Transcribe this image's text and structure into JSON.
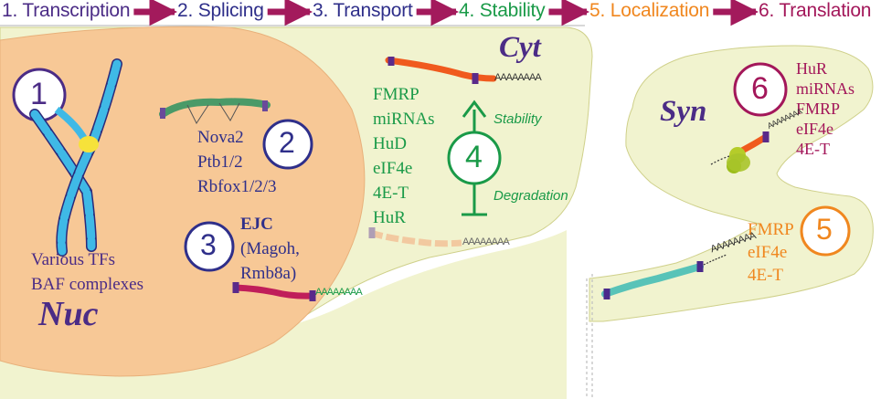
{
  "colors": {
    "purple": "#4b2c86",
    "navy": "#2f2f8a",
    "green": "#1a9a48",
    "orange": "#f0871f",
    "magenta": "#a3175a",
    "cream": "#f1f3cf",
    "nucleus": "#f7c896",
    "arrow": "#a31a5c"
  },
  "steps": [
    {
      "label": "1. Transcription"
    },
    {
      "label": "2. Splicing"
    },
    {
      "label": "3. Transport"
    },
    {
      "label": "4. Stability"
    },
    {
      "label": "5. Localization"
    },
    {
      "label": "6. Translation"
    }
  ],
  "regions": {
    "nucleus": "Nuc",
    "cytoplasm": "Cyt",
    "synapse": "Syn"
  },
  "step1": {
    "number": "1",
    "factors": [
      "Various TFs",
      "BAF complexes"
    ]
  },
  "step2": {
    "number": "2",
    "factors": [
      "Nova2",
      "Ptb1/2",
      "Rbfox1/2/3"
    ]
  },
  "step3": {
    "number": "3",
    "factors": [
      "EJC",
      "(Magoh,",
      "Rmb8a)"
    ]
  },
  "step4": {
    "number": "4",
    "factors": [
      "FMRP",
      "miRNAs",
      "HuD",
      "eIF4e",
      "4E-T",
      "HuR"
    ],
    "up_label": "Stability",
    "down_label": "Degradation"
  },
  "step5": {
    "number": "5",
    "factors": [
      "FMRP",
      "eIF4e",
      "4E-T"
    ]
  },
  "step6": {
    "number": "6",
    "factors": [
      "HuR",
      "miRNAs",
      "FMRP",
      "eIF4e",
      "4E-T"
    ]
  },
  "polya": "AAAAAAAA"
}
